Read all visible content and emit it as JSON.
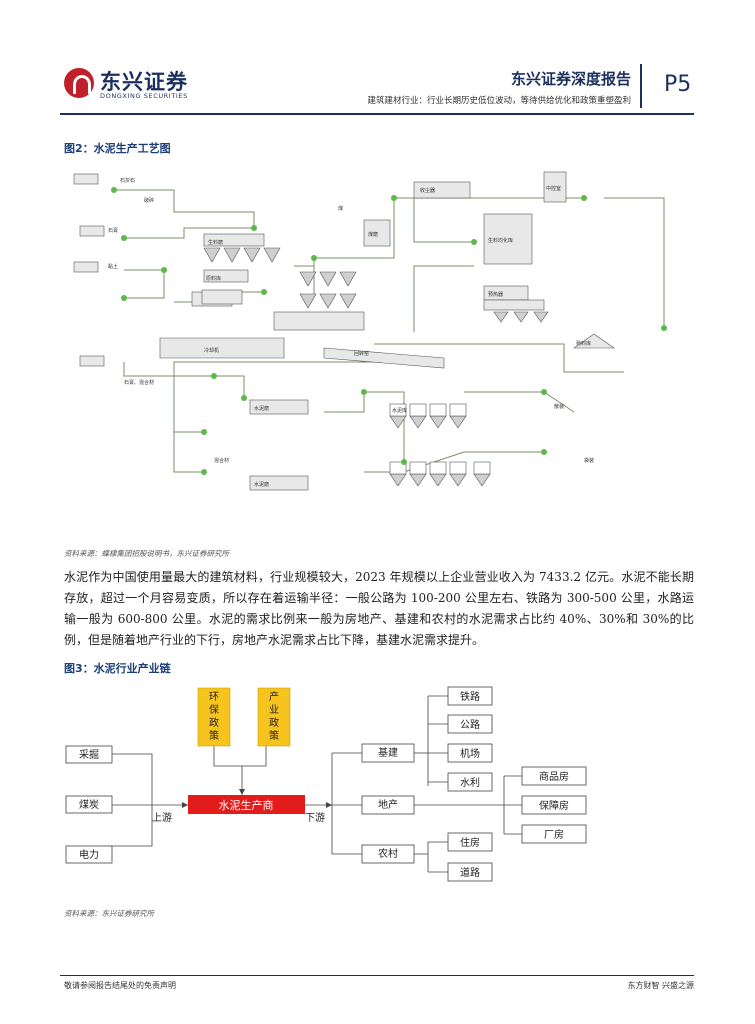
{
  "header": {
    "logo_cn": "东兴证券",
    "logo_en": "DONGXING SECURITIES",
    "report_title": "东兴证券深度报告",
    "report_subtitle": "建筑建材行业：行业长期历史低位波动，等待供给优化和政策重塑盈利",
    "page_number": "P5"
  },
  "figure2": {
    "title": "图2：水泥生产工艺图",
    "source": "资料来源：蝶棣集团招股说明书，东兴证券研究所",
    "labels": {
      "limestone": "石灰石",
      "crusher": "破碎",
      "gypsum": "石膏",
      "clay": "黏土",
      "raw_mill": "生料磨",
      "coal_mill": "煤磨",
      "raw_silo": "原料库",
      "coal": "煤",
      "homogenize": "生料均化库",
      "preheater": "预热器",
      "kiln": "回转窑",
      "cooler": "冷却机",
      "clinker": "熟料库",
      "cement_mill_1": "水泥磨",
      "cement_mill_2": "水泥磨",
      "dust": "收尘器",
      "control": "中控室",
      "silo": "水泥库",
      "bulk": "散装",
      "bag": "袋装",
      "mixed": "混合材",
      "gypsum2": "石膏、混合材"
    }
  },
  "paragraph": "水泥作为中国使用量最大的建筑材料，行业规模较大，2023 年规模以上企业营业收入为 7433.2 亿元。水泥不能长期存放，超过一个月容易变质，所以存在着运输半径：一般公路为 100-200 公里左右、铁路为 300-500 公里，水路运输一般为 600-800 公里。水泥的需求比例来一般为房地产、基建和农村的水泥需求占比约 40%、30%和 30%的比例，但是随着地产行业的下行，房地产水泥需求占比下降，基建水泥需求提升。",
  "figure3": {
    "title": "图3：水泥行业产业链",
    "source": "资料来源：东兴证券研究所",
    "policies": [
      "环保政策",
      "产业政策"
    ],
    "upstream_items": [
      "采掘",
      "煤炭",
      "电力"
    ],
    "center": "水泥生产商",
    "upstream_label": "上游",
    "downstream_label": "下游",
    "sectors": [
      "基建",
      "地产",
      "农村"
    ],
    "infra_items": [
      "铁路",
      "公路",
      "机场",
      "水利"
    ],
    "rural_items": [
      "住房",
      "道路"
    ],
    "realestate_items": [
      "商品房",
      "保障房",
      "厂房"
    ]
  },
  "footer": {
    "disclaimer": "敬请参阅报告结尾处的免责声明",
    "slogan": "东方财智 兴盛之源"
  }
}
